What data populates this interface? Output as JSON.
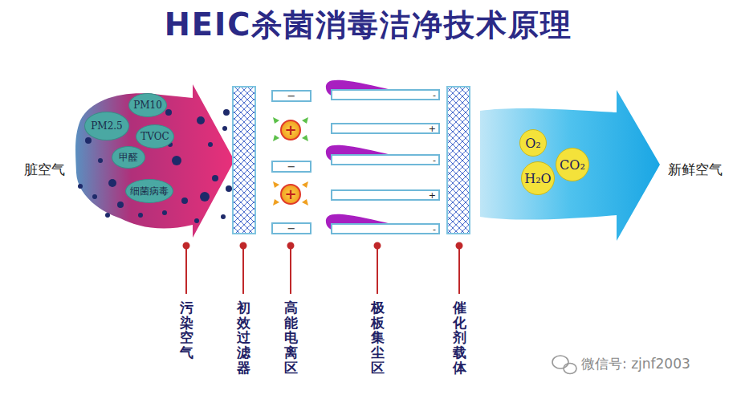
{
  "diagram": {
    "title": "HEIC杀菌消毒洁净技术原理",
    "nodes": [
      {
        "text": [
          "PM10"
        ]
      },
      {
        "text": [
          "PM2.5"
        ]
      },
      {
        "text": [
          "TVOC"
        ]
      },
      {
        "text": [
          "甲醛"
        ]
      },
      {
        "text": [
          "细菌病毒"
        ]
      },
      {
        "text": [
          "−"
        ]
      },
      {
        "text": [
          "+"
        ]
      },
      {
        "text": [
          "−"
        ]
      },
      {
        "text": [
          "+"
        ]
      },
      {
        "text": [
          "−"
        ]
      },
      {
        "text": [
          "-"
        ]
      },
      {
        "text": [
          "+"
        ]
      },
      {
        "text": [
          "-"
        ]
      },
      {
        "text": [
          "+"
        ]
      },
      {
        "text": [
          "-"
        ]
      },
      {
        "text": [
          "O₂"
        ]
      },
      {
        "text": [
          "CO₂"
        ]
      },
      {
        "text": [
          "H₂O"
        ]
      }
    ],
    "labels": [
      "脏空气",
      "污染空气",
      "初效过滤器",
      "高能电离区",
      "极板集尘区",
      "催化剂载体",
      "新鲜空气",
      "微信号: zjnf2003"
    ]
  }
}
